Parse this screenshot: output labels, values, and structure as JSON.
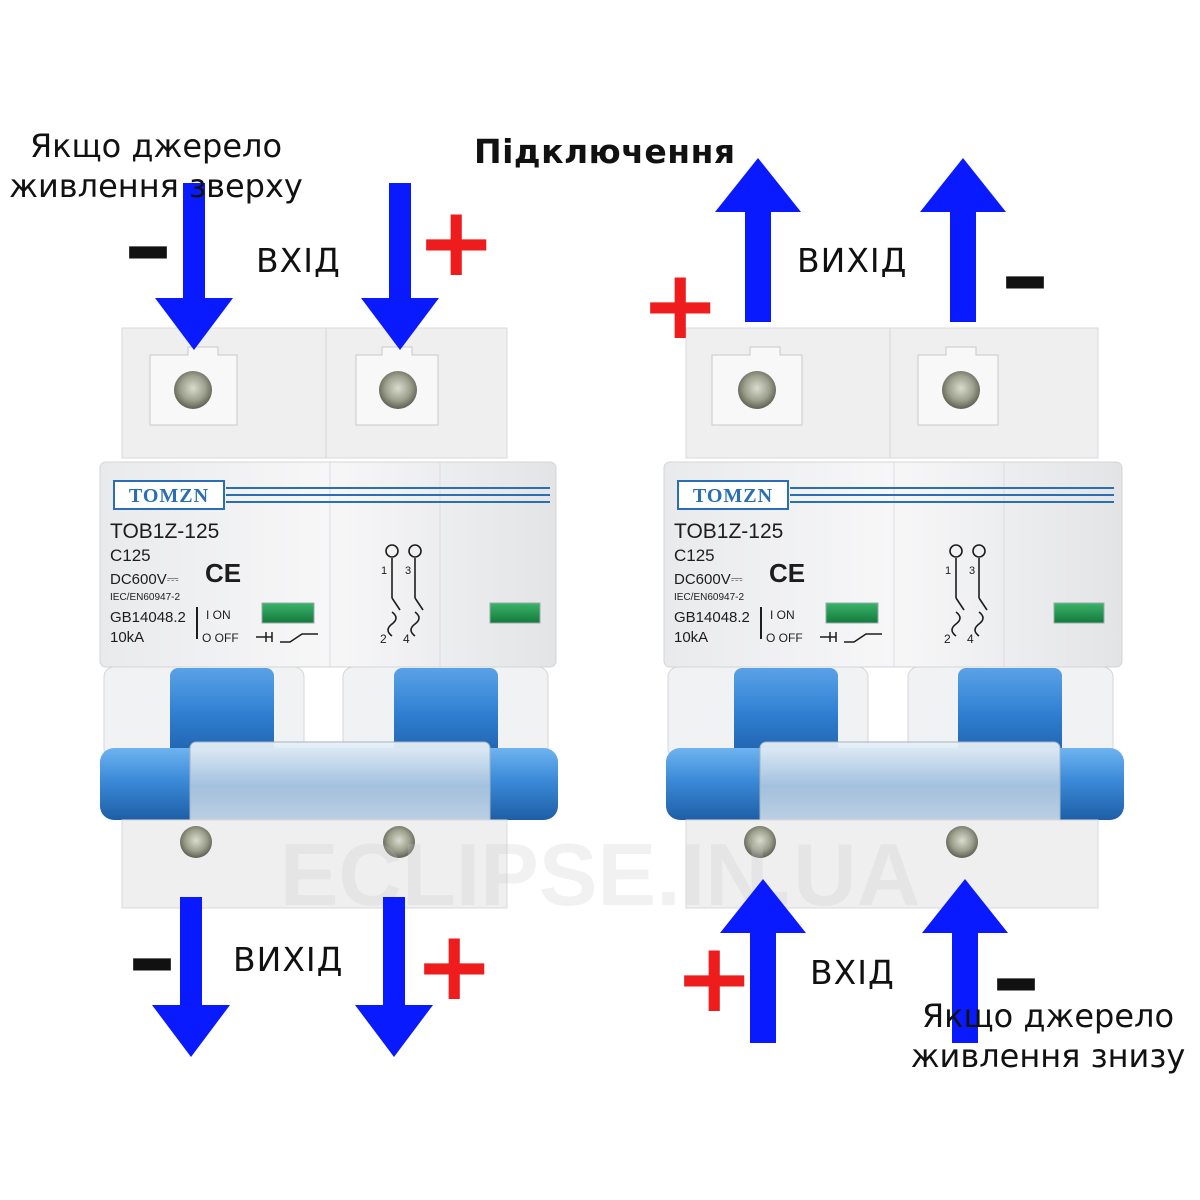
{
  "title": "Підключення",
  "caption_top": {
    "line1": "Якщо джерело",
    "line2": "живлення зверху"
  },
  "caption_bottom": {
    "line1": "Якщо джерело",
    "line2": "живлення знизу"
  },
  "labels": {
    "left_top": "ВХІД",
    "left_bottom": "ВИХІД",
    "right_top": "ВИХІД",
    "right_bottom": "ВХІД"
  },
  "signs": {
    "plus": "+",
    "minus": "–"
  },
  "breaker": {
    "brand": "TOMZN",
    "model": "TOB1Z-125",
    "rating": "C125",
    "voltage": "DC600V⎓",
    "standard1": "IEC/EN60947-2",
    "standard2": "GB14048.2",
    "breaking_capacity": "10kA",
    "on_label": "I  ON",
    "off_label": "O OFF",
    "ce": "CE",
    "terminals": {
      "t1": "1",
      "t2": "2",
      "t3": "3",
      "t4": "4"
    }
  },
  "watermark": "ECLIPSE.IN.UA",
  "colors": {
    "arrow": "#0a1aff",
    "plus": "#ee1c1c",
    "minus": "#111111",
    "handle": "#2f7fd2",
    "brand": "#2a6fb5"
  }
}
